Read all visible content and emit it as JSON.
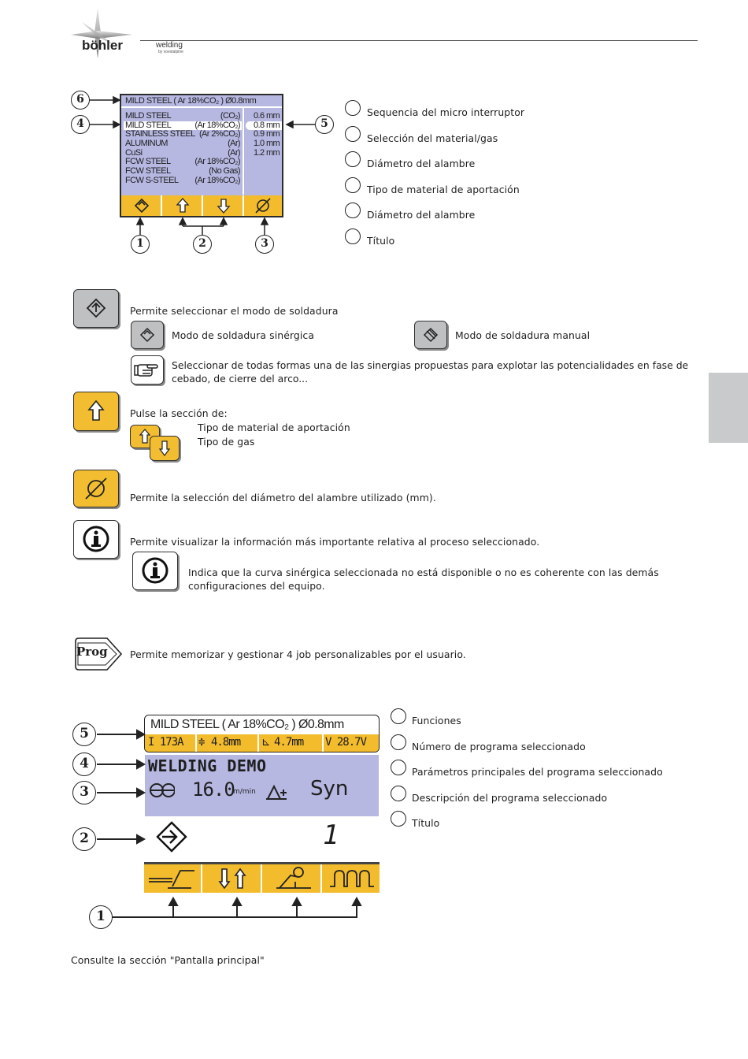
{
  "header": {
    "brand": "böhler",
    "brand_sub": "welding",
    "brand_tag": "by voestalpine"
  },
  "fig1": {
    "title": "MILD STEEL ( Ar 18%CO₂ ) Ø0.8mm",
    "materials": [
      {
        "name": "MILD STEEL",
        "gas": "(CO₂)",
        "selected": false
      },
      {
        "name": "MILD STEEL",
        "gas": "(Ar 18%CO₂)",
        "selected": true
      },
      {
        "name": "STAINLESS STEEL",
        "gas": "(Ar 2%CO₂)",
        "selected": false
      },
      {
        "name": "ALUMINUM",
        "gas": "(Ar)",
        "selected": false
      },
      {
        "name": "CuSi",
        "gas": "(Ar)",
        "selected": false
      },
      {
        "name": "FCW STEEL",
        "gas": "(Ar 18%CO₂)",
        "selected": false
      },
      {
        "name": "FCW STEEL",
        "gas": "(No Gas)",
        "selected": false
      },
      {
        "name": "FCW S-STEEL",
        "gas": "(Ar 18%CO₂)",
        "selected": false
      }
    ],
    "diameters": [
      {
        "value": "0.6 mm",
        "selected": false
      },
      {
        "value": "0.8 mm",
        "selected": true
      },
      {
        "value": "0.9 mm",
        "selected": false
      },
      {
        "value": "1.0 mm",
        "selected": false
      },
      {
        "value": "1.2 mm",
        "selected": false
      }
    ],
    "keys": [
      "synergic-mode-icon",
      "arrow-up-icon",
      "arrow-down-icon",
      "wire-diameter-icon"
    ],
    "callouts": {
      "n1": "1",
      "n2": "2",
      "n3": "3",
      "n4": "4",
      "n5": "5",
      "n6": "6"
    },
    "legend": [
      "Sequencia del micro interruptor",
      "Selección del material/gas",
      "Diámetro del alambre",
      "Tipo de material de aportación",
      "Diámetro del alambre",
      "Título"
    ]
  },
  "sections": {
    "mode_text": "Permite seleccionar el modo de soldadura",
    "mode_synergic": "Modo de soldadura sinérgica",
    "mode_manual": "Modo de soldadura manual",
    "hint_text": "Seleccionar de todas formas una de las sinergias propuestas para explotar las potencialidades en fase de cebado, de cierre del arco...",
    "updown_text": "Pulse la sección de:",
    "updown_item1": "Tipo de material de aportación",
    "updown_item2": "Tipo de gas",
    "diameter_text": "Permite la selección del diámetro del alambre utilizado (mm).",
    "info_text": "Permite visualizar la información más importante relativa al proceso seleccionado.",
    "info_sub_line1": "Indica que la curva sinérgica seleccionada no está disponible o no es coherente con las demás",
    "info_sub_line2": "configuraciones del equipo.",
    "prog_label": "Prog",
    "prog_text": "Permite memorizar y gestionar 4 job personalizables por el usuario."
  },
  "fig2": {
    "title": "MILD STEEL ( Ar 18%CO₂ ) Ø0.8mm",
    "params": {
      "current": "I 173A",
      "thickness": "4.8mm",
      "fillet": "4.7mm",
      "voltage": "V 28.7V"
    },
    "program_name": "WELDING DEMO",
    "wire_speed": "16.0",
    "wire_speed_unit": "m/min",
    "mode": "Syn",
    "program_number": "1",
    "callouts": {
      "n1": "1",
      "n2": "2",
      "n3": "3",
      "n4": "4",
      "n5": "5"
    },
    "legend": [
      "Funciones",
      "Número de programa seleccionado",
      "Parámetros principales del programa seleccionado",
      "Descripción del programa seleccionado",
      "Título"
    ]
  },
  "footer_text": "Consulte la sección \"Pantalla principal\"",
  "colors": {
    "key_yellow": "#f3bc2c",
    "lcd_blue": "#b6b8e2",
    "side_tab": "#c9cacb"
  }
}
